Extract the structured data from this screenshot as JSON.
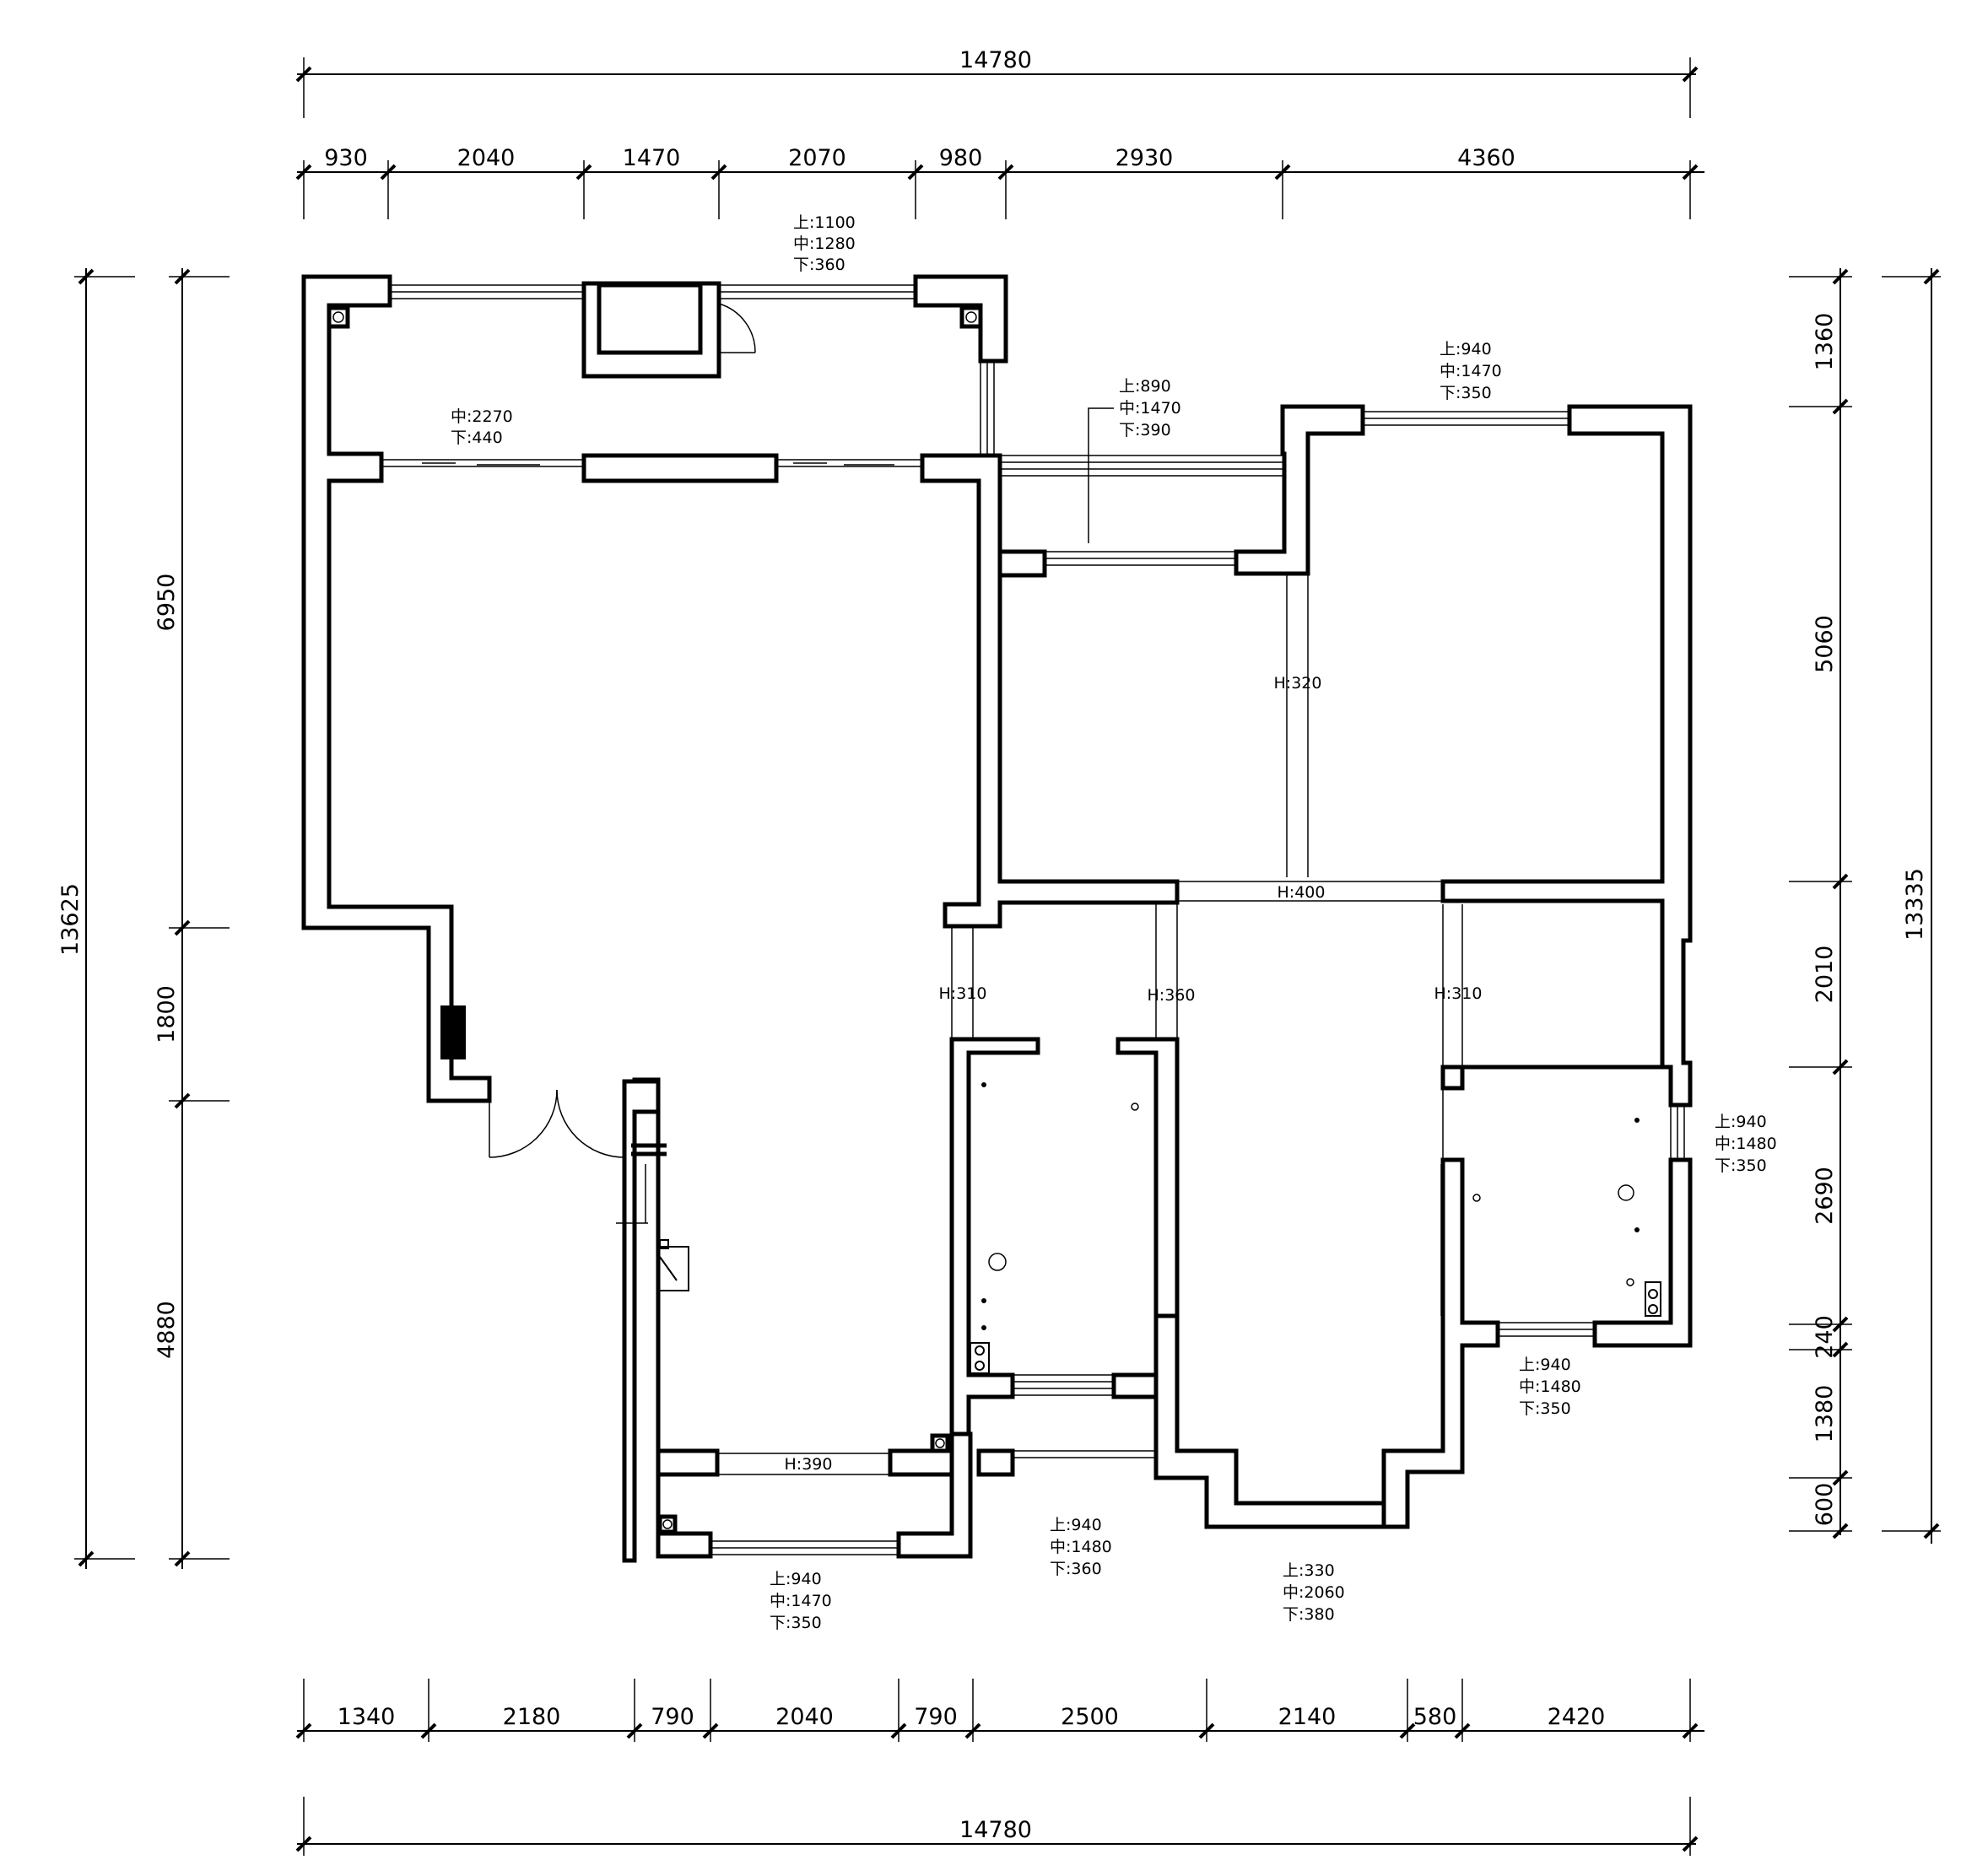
{
  "dimensions": {
    "top_total": "14780",
    "top_segments": [
      "930",
      "2040",
      "1470",
      "2070",
      "980",
      "2930",
      "4360"
    ],
    "bottom_segments": [
      "1340",
      "2180",
      "790",
      "2040",
      "790",
      "2500",
      "2140",
      "580",
      "2420"
    ],
    "bottom_total": "14780",
    "left_segments": [
      "6950",
      "1800",
      "4880"
    ],
    "left_total": "13625",
    "right_segments": [
      "1360",
      "5060",
      "2010",
      "2690",
      "240",
      "1380",
      "600"
    ],
    "right_total": "13335"
  },
  "annotations": {
    "a1": [
      "上:1100",
      "中:1280",
      "下:360"
    ],
    "a2": [
      "中:2270",
      "下:440"
    ],
    "a3": [
      "上:890",
      "中:1470",
      "下:390"
    ],
    "a4": [
      "上:940",
      "中:1470",
      "下:350"
    ],
    "a5": [
      "上:940",
      "中:1480",
      "下:350"
    ],
    "a6": [
      "上:940",
      "中:1480",
      "下:350"
    ],
    "a7": [
      "上:940",
      "中:1480",
      "下:360"
    ],
    "a8": [
      "上:940",
      "中:1470",
      "下:350"
    ],
    "a9": [
      "上:330",
      "中:2060",
      "下:380"
    ]
  },
  "heights": {
    "h320": "H:320",
    "h400": "H:400",
    "h310a": "H:310",
    "h360": "H:360",
    "h310b": "H:310",
    "h390": "H:390"
  }
}
